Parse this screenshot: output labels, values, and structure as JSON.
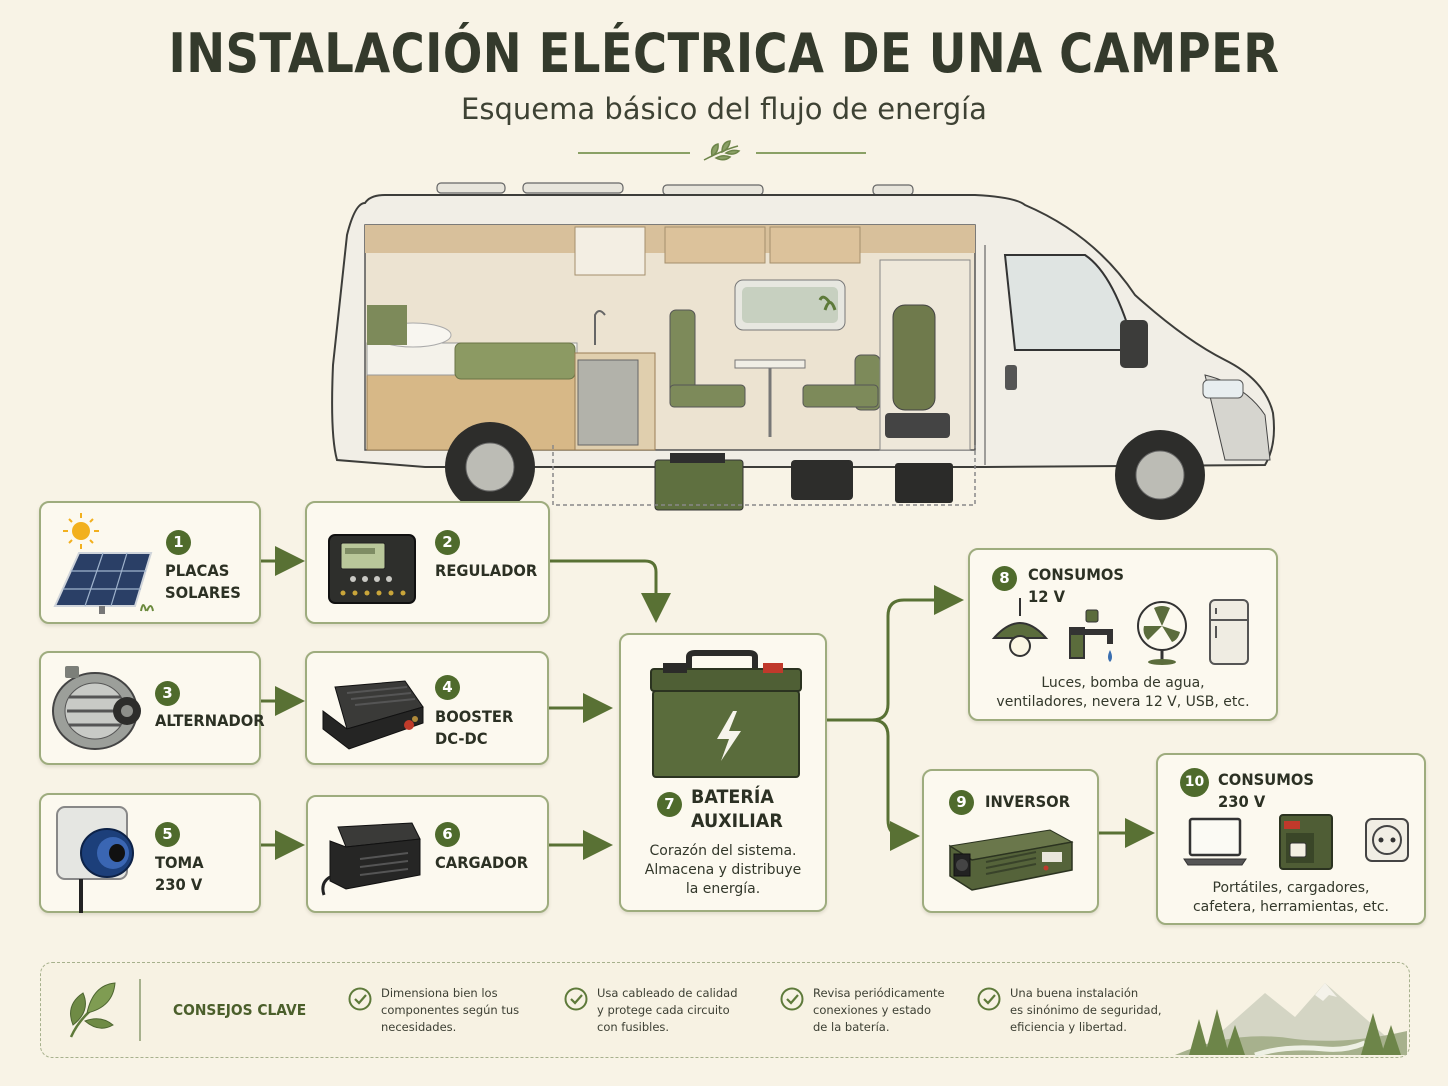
{
  "header": {
    "title": "INSTALACIÓN ELÉCTRICA DE UNA CAMPER",
    "subtitle": "Esquema básico del flujo de energía"
  },
  "nodes": [
    {
      "num": "1",
      "label_lines": [
        "PLACAS",
        "SOLARES"
      ],
      "icon": "solar-panel-icon"
    },
    {
      "num": "2",
      "label_lines": [
        "REGULADOR"
      ],
      "icon": "charge-regulator-icon"
    },
    {
      "num": "3",
      "label_lines": [
        "ALTERNADOR"
      ],
      "icon": "alternator-icon"
    },
    {
      "num": "4",
      "label_lines": [
        "BOOSTER",
        "DC-DC"
      ],
      "icon": "booster-icon"
    },
    {
      "num": "5",
      "label_lines": [
        "TOMA",
        "230 V"
      ],
      "icon": "shore-power-socket-icon"
    },
    {
      "num": "6",
      "label_lines": [
        "CARGADOR"
      ],
      "icon": "charger-icon"
    },
    {
      "num": "7",
      "label_lines": [
        "BATERÍA",
        "AUXILIAR"
      ],
      "icon": "battery-icon",
      "desc_lines": [
        "Corazón del sistema.",
        "Almacena y distribuye",
        "la energía."
      ]
    },
    {
      "num": "8",
      "label_lines": [
        "CONSUMOS",
        "12 V"
      ],
      "icon": "dc-loads-icon",
      "desc_lines": [
        "Luces, bomba de agua,",
        "ventiladores, nevera 12 V, USB, etc."
      ]
    },
    {
      "num": "9",
      "label_lines": [
        "INVERSOR"
      ],
      "icon": "inverter-icon"
    },
    {
      "num": "10",
      "label_lines": [
        "CONSUMOS",
        "230 V"
      ],
      "icon": "ac-loads-icon",
      "desc_lines": [
        "Portátiles, cargadores,",
        "cafetera, herramientas, etc."
      ]
    }
  ],
  "flows": [
    {
      "from": "1",
      "to": "2"
    },
    {
      "from": "2",
      "to": "7"
    },
    {
      "from": "3",
      "to": "4"
    },
    {
      "from": "4",
      "to": "7"
    },
    {
      "from": "5",
      "to": "6"
    },
    {
      "from": "6",
      "to": "7"
    },
    {
      "from": "7",
      "to": "8"
    },
    {
      "from": "7",
      "to": "9"
    },
    {
      "from": "9",
      "to": "10"
    }
  ],
  "tips": {
    "title": "CONSEJOS CLAVE",
    "items": [
      {
        "lines": [
          "Dimensiona bien los",
          "componentes según tus",
          "necesidades."
        ]
      },
      {
        "lines": [
          "Usa cableado de calidad",
          "y protege cada circuito",
          "con fusibles."
        ]
      },
      {
        "lines": [
          "Revisa periódicamente",
          "conexiones y estado",
          "de la batería."
        ]
      },
      {
        "lines": [
          "Una buena instalación",
          "es sinónimo de seguridad,",
          "eficiencia y libertad."
        ]
      }
    ]
  },
  "colors": {
    "background": "#f8f3e6",
    "accent_green": "#4f6b2c",
    "box_border": "#9eac7e",
    "title": "#343a2c"
  }
}
